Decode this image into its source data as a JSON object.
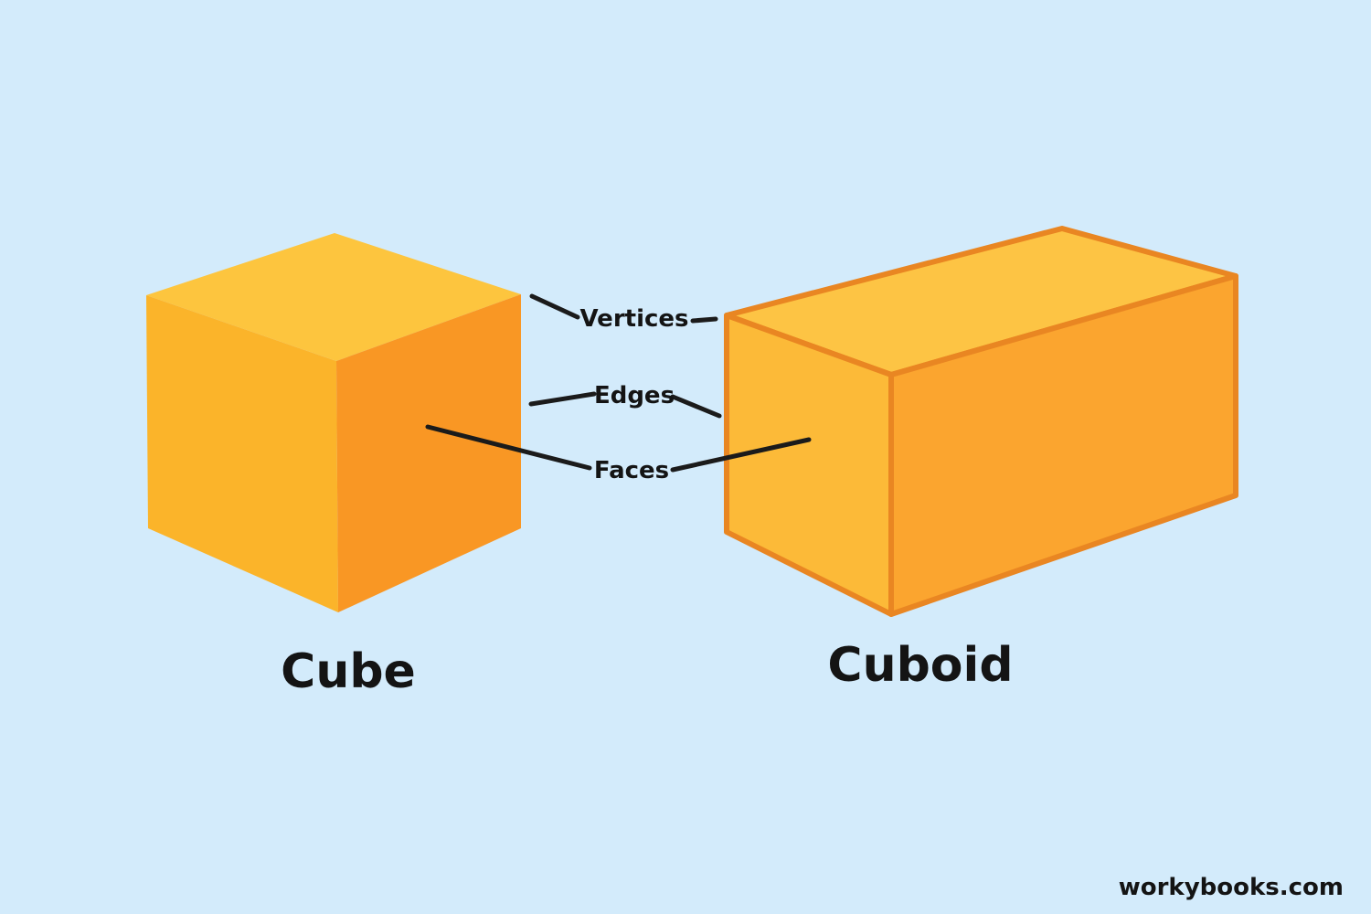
{
  "shapes": {
    "cube": {
      "name": "Cube",
      "colors": {
        "top": "#fdc53e",
        "left": "#fbb42a",
        "right": "#f99724"
      }
    },
    "cuboid": {
      "name": "Cuboid",
      "colors": {
        "top": "#fdc444",
        "front": "#fcba38",
        "side": "#fba52f",
        "outline": "#e98622"
      }
    }
  },
  "labels": {
    "vertices": "Vertices",
    "edges": "Edges",
    "faces": "Faces"
  },
  "footer": {
    "site": "workybooks.com"
  },
  "colors": {
    "background": "#d3ebfb",
    "leader_line": "#1b1b1b"
  }
}
